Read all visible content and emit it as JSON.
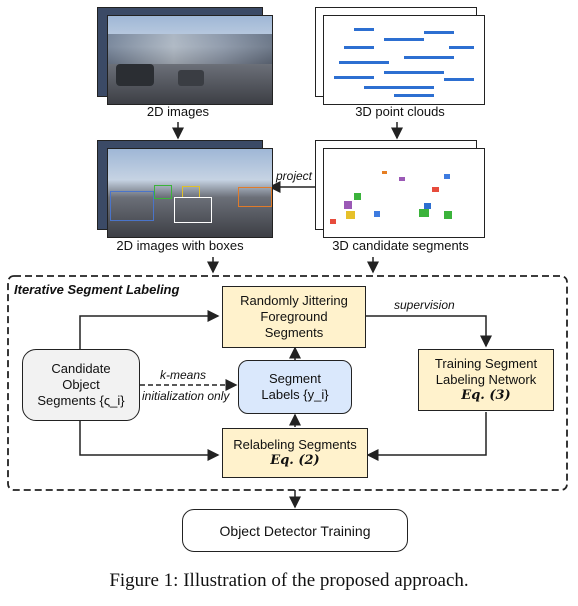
{
  "top": {
    "images_label": "2D images",
    "points_label": "3D point clouds",
    "images_boxes_label": "2D images with boxes",
    "segments_label": "3D candidate segments",
    "project_label": "project"
  },
  "loop": {
    "title": "Iterative Segment Labeling",
    "jitter": [
      "Randomly Jittering",
      "Foreground",
      "Segments"
    ],
    "supervision": "supervision",
    "training": [
      "Training Segment",
      "Labeling Network"
    ],
    "training_eq": "Eq. (3)",
    "candidate": [
      "Candidate",
      "Object",
      "Segments {ς_i}"
    ],
    "kmeans": "k-means",
    "init_only": "initialization only",
    "labels": [
      "Segment",
      "Labels {y_i}"
    ],
    "relabel": "Relabeling Segments",
    "relabel_eq": "Eq. (2)"
  },
  "detector": "Object Detector Training",
  "caption": "Figure 1: Illustration of the proposed approach.",
  "colors": {
    "yellow_fill": "#fff2cc",
    "blue_fill": "#dae8fc",
    "gray_fill": "#f2f2f2",
    "box_blue": "#4a74c9",
    "box_green": "#3bb33b",
    "box_yellow": "#e0c02a",
    "box_orange": "#e07b2a"
  }
}
